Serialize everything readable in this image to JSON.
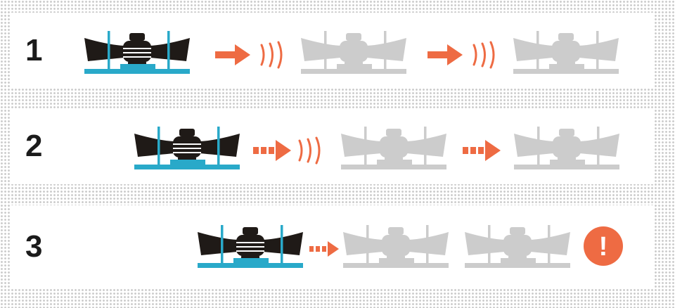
{
  "colors": {
    "active_blade": "#1f1a17",
    "active_base": "#29a9c9",
    "inactive": "#cccccc",
    "arrow": "#ee6b43",
    "alert": "#ee6b43"
  },
  "rows": [
    {
      "number": "1"
    },
    {
      "number": "2"
    },
    {
      "number": "3"
    }
  ],
  "icons": {
    "arrow": "arrow-right-icon",
    "dashed_arrow": "dashed-arrow-right-icon",
    "waves": "vibration-waves-icon",
    "alert": "exclamation-alert-icon"
  },
  "alert": {
    "symbol": "!"
  }
}
